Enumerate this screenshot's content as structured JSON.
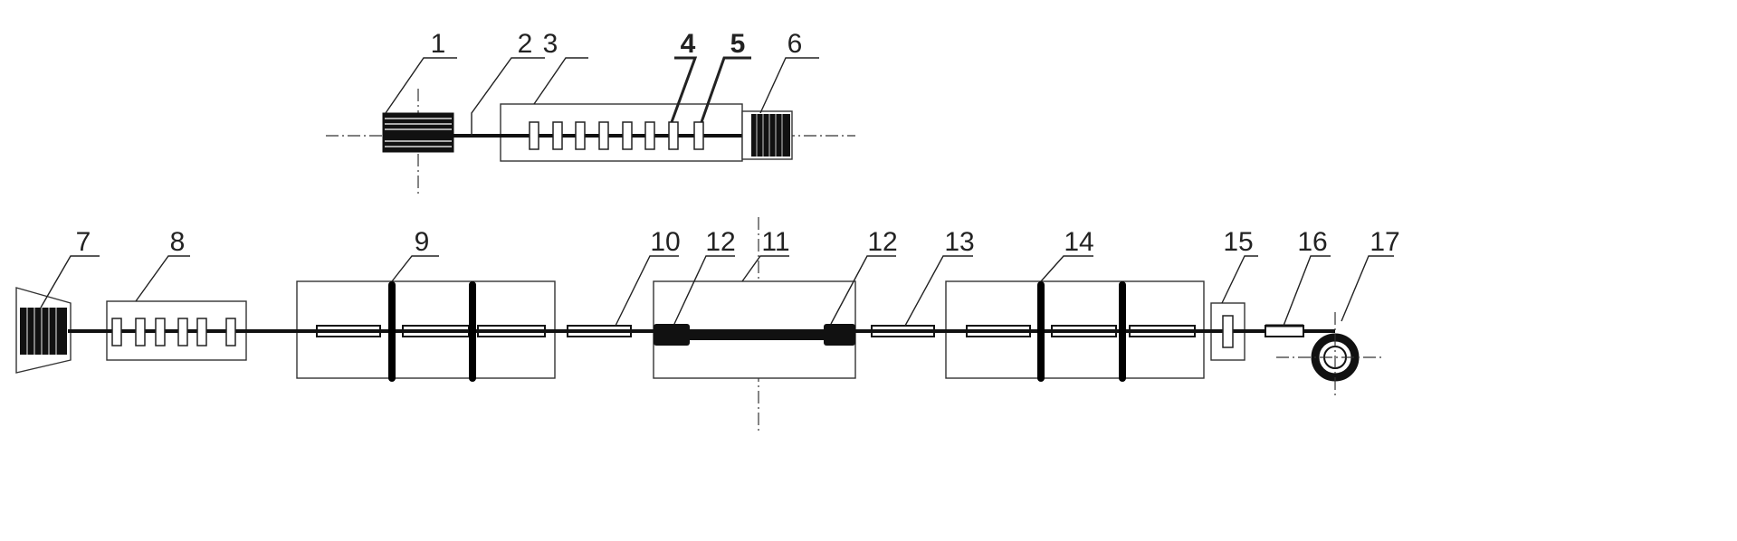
{
  "labels": {
    "l1": "1",
    "l2": "2",
    "l3": "3",
    "l4": "4",
    "l5": "5",
    "l6": "6",
    "l7": "7",
    "l8": "8",
    "l9": "9",
    "l10": "10",
    "l11": "11",
    "l12a": "12",
    "l12b": "12",
    "l13": "13",
    "l14": "14",
    "l15": "15",
    "l16": "16",
    "l17": "17"
  }
}
